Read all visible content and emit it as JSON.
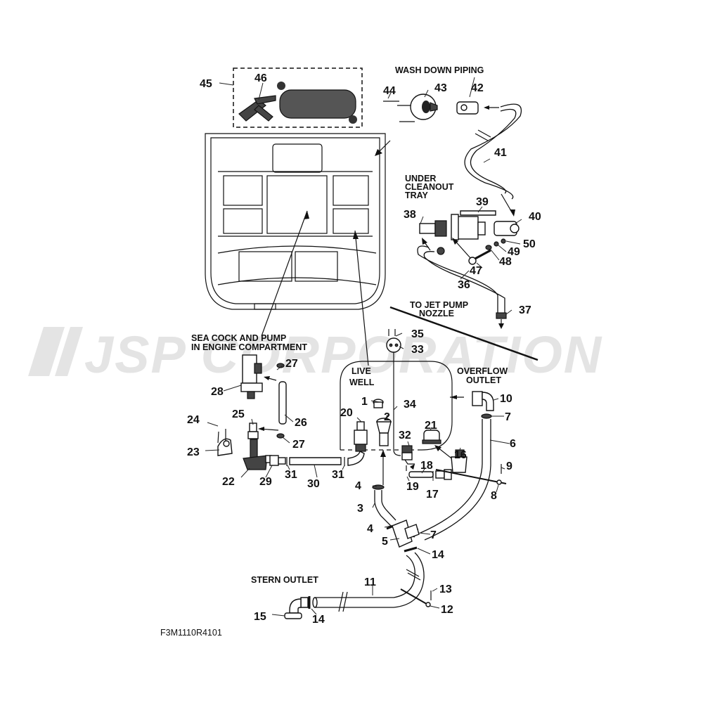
{
  "watermark": "JSP CORPORATION",
  "diagram_code": "F3M1110R4101",
  "captions": {
    "wash_down": "WASH DOWN PIPING",
    "under_cleanout_1": "UNDER",
    "under_cleanout_2": "CLEANOUT",
    "under_cleanout_3": "TRAY",
    "to_jet_1": "TO JET PUMP",
    "to_jet_2": "NOZZLE",
    "sea_cock_1": "SEA COCK AND PUMP",
    "sea_cock_2": "IN ENGINE COMPARTMENT",
    "live_well_1": "LIVE",
    "live_well_2": "WELL",
    "overflow_1": "OVERFLOW",
    "overflow_2": "OUTLET",
    "stern_outlet": "STERN OUTLET"
  },
  "callouts": [
    {
      "id": "c1",
      "label": "1"
    },
    {
      "id": "c2",
      "label": "2"
    },
    {
      "id": "c3",
      "label": "3"
    },
    {
      "id": "c4a",
      "label": "4"
    },
    {
      "id": "c4b",
      "label": "4"
    },
    {
      "id": "c5",
      "label": "5"
    },
    {
      "id": "c6",
      "label": "6"
    },
    {
      "id": "c7a",
      "label": "7"
    },
    {
      "id": "c7b",
      "label": "7"
    },
    {
      "id": "c8",
      "label": "8"
    },
    {
      "id": "c9",
      "label": "9"
    },
    {
      "id": "c10",
      "label": "10"
    },
    {
      "id": "c11",
      "label": "11"
    },
    {
      "id": "c12",
      "label": "12"
    },
    {
      "id": "c13",
      "label": "13"
    },
    {
      "id": "c14a",
      "label": "14"
    },
    {
      "id": "c14b",
      "label": "14"
    },
    {
      "id": "c15",
      "label": "15"
    },
    {
      "id": "c16",
      "label": "16"
    },
    {
      "id": "c17",
      "label": "17"
    },
    {
      "id": "c18",
      "label": "18"
    },
    {
      "id": "c19",
      "label": "19"
    },
    {
      "id": "c20",
      "label": "20"
    },
    {
      "id": "c21",
      "label": "21"
    },
    {
      "id": "c22",
      "label": "22"
    },
    {
      "id": "c23",
      "label": "23"
    },
    {
      "id": "c24",
      "label": "24"
    },
    {
      "id": "c25",
      "label": "25"
    },
    {
      "id": "c26",
      "label": "26"
    },
    {
      "id": "c27a",
      "label": "27"
    },
    {
      "id": "c27b",
      "label": "27"
    },
    {
      "id": "c28",
      "label": "28"
    },
    {
      "id": "c29",
      "label": "29"
    },
    {
      "id": "c30",
      "label": "30"
    },
    {
      "id": "c31a",
      "label": "31"
    },
    {
      "id": "c31b",
      "label": "31"
    },
    {
      "id": "c32",
      "label": "32"
    },
    {
      "id": "c33",
      "label": "33"
    },
    {
      "id": "c34",
      "label": "34"
    },
    {
      "id": "c35",
      "label": "35"
    },
    {
      "id": "c36",
      "label": "36"
    },
    {
      "id": "c37",
      "label": "37"
    },
    {
      "id": "c38",
      "label": "38"
    },
    {
      "id": "c39",
      "label": "39"
    },
    {
      "id": "c40",
      "label": "40"
    },
    {
      "id": "c41",
      "label": "41"
    },
    {
      "id": "c42",
      "label": "42"
    },
    {
      "id": "c43",
      "label": "43"
    },
    {
      "id": "c44",
      "label": "44"
    },
    {
      "id": "c45",
      "label": "45"
    },
    {
      "id": "c46",
      "label": "46"
    },
    {
      "id": "c47",
      "label": "47"
    },
    {
      "id": "c48",
      "label": "48"
    },
    {
      "id": "c49",
      "label": "49"
    },
    {
      "id": "c50",
      "label": "50"
    }
  ]
}
